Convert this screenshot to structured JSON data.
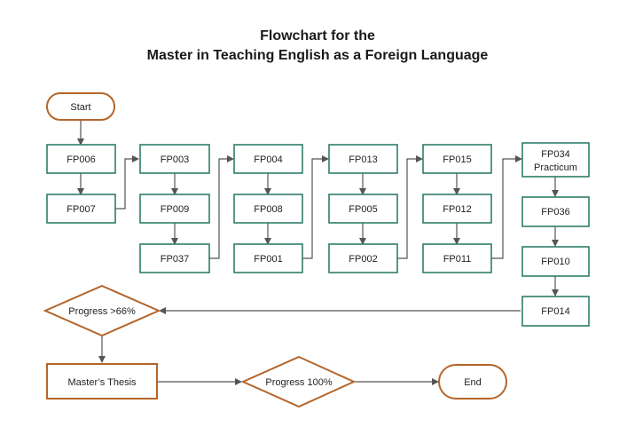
{
  "title": {
    "line1": "Flowchart for the",
    "line2": "Master in Teaching English as a Foreign Language"
  },
  "colors": {
    "process_border": "#2e7d6b",
    "terminal_border": "#b5652a",
    "arrow": "#555555",
    "text": "#1f1f1f"
  },
  "nodes": {
    "start": "Start",
    "c1": [
      "FP006",
      "FP007"
    ],
    "c2": [
      "FP003",
      "FP009",
      "FP037"
    ],
    "c3": [
      "FP004",
      "FP008",
      "FP001"
    ],
    "c4": [
      "FP013",
      "FP005",
      "FP002"
    ],
    "c5": [
      "FP015",
      "FP012",
      "FP011"
    ],
    "c6_first_line1": "FP034",
    "c6_first_line2": "Practicum",
    "c6": [
      "FP036",
      "FP010",
      "FP014"
    ],
    "progress66": "Progress >66%",
    "thesis": "Master’s Thesis",
    "progress100": "Progress 100%",
    "end": "End"
  }
}
